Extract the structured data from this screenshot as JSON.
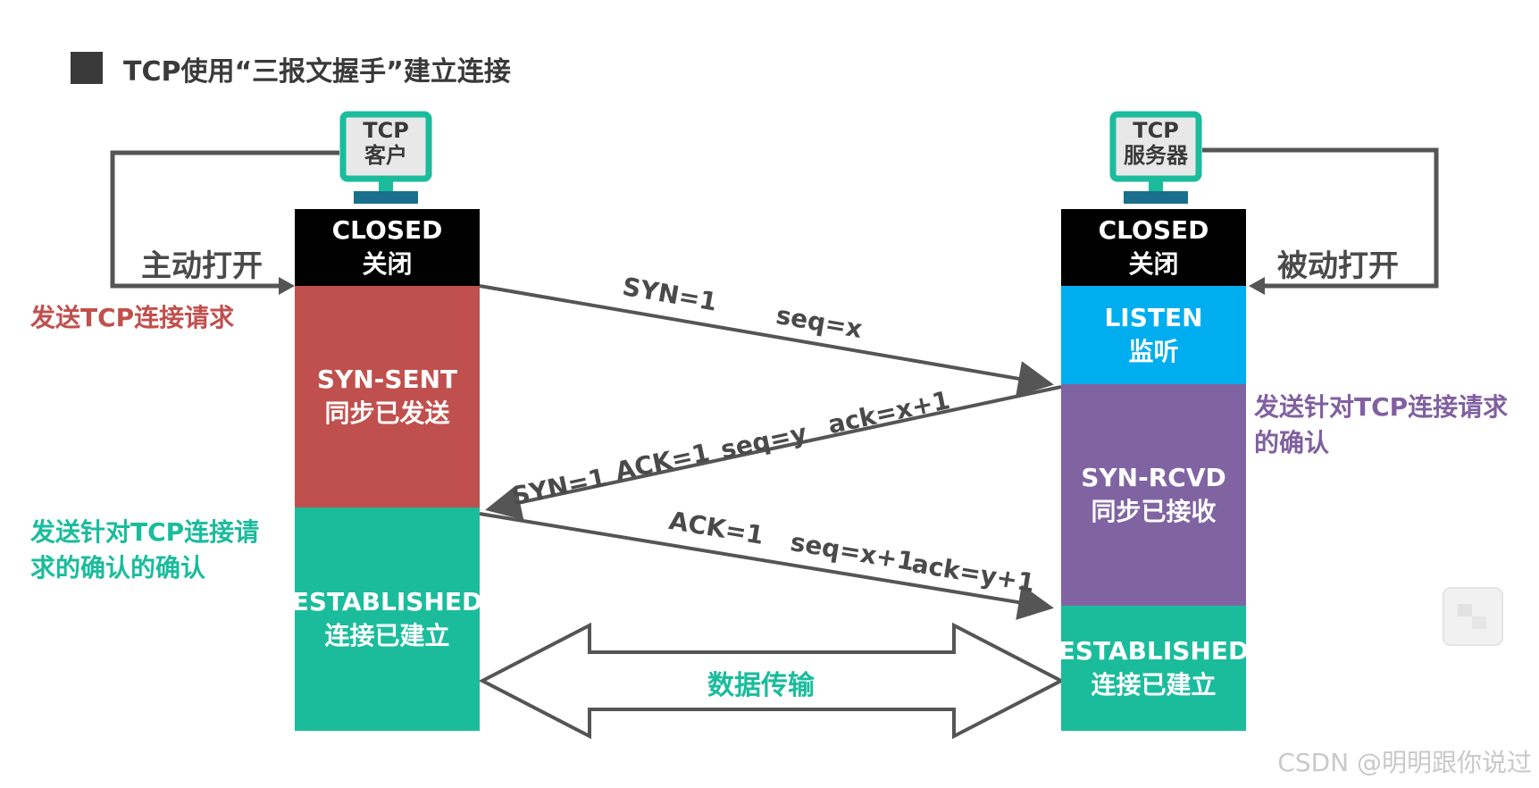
{
  "title": "TCP使用“三报文握手”建立连接",
  "client": {
    "name_line1": "TCP",
    "name_line2": "客户",
    "states": [
      {
        "en": "CLOSED",
        "zh": "关闭",
        "color": "#000000"
      },
      {
        "en": "SYN-SENT",
        "zh": "同步已发送",
        "color": "#c0504d"
      },
      {
        "en": "ESTABLISHED",
        "zh": "连接已建立",
        "color": "#1abc9c"
      }
    ],
    "open_label": "主动打开"
  },
  "server": {
    "name_line1": "TCP",
    "name_line2": "服务器",
    "states": [
      {
        "en": "CLOSED",
        "zh": "关闭",
        "color": "#000000"
      },
      {
        "en": "LISTEN",
        "zh": "监听",
        "color": "#00aeef"
      },
      {
        "en": "SYN-RCVD",
        "zh": "同步已接收",
        "color": "#8064a2"
      },
      {
        "en": "ESTABLISHED",
        "zh": "连接已建立",
        "color": "#1abc9c"
      }
    ],
    "open_label": "被动打开"
  },
  "notes": {
    "client_request": "发送TCP连接请求",
    "server_ack_line1": "发送针对TCP连接请求",
    "server_ack_line2": "的确认",
    "client_ack_line1": "发送针对TCP连接请",
    "client_ack_line2": "求的确认的确认"
  },
  "segments": {
    "first": {
      "syn": "SYN=1",
      "seq": "seq=x"
    },
    "second": {
      "syn": "SYN=1",
      "ack_flag": "ACK=1",
      "seq": "seq=y",
      "ack": "ack=x+1"
    },
    "third": {
      "ack_flag": "ACK=1",
      "seq": "seq=x+1",
      "ack": "ack=y+1"
    }
  },
  "data_transfer": "数据传输",
  "watermark": "CSDN @明明跟你说过",
  "colors": {
    "monitor": "#1abc9c",
    "arrow": "#555555"
  }
}
